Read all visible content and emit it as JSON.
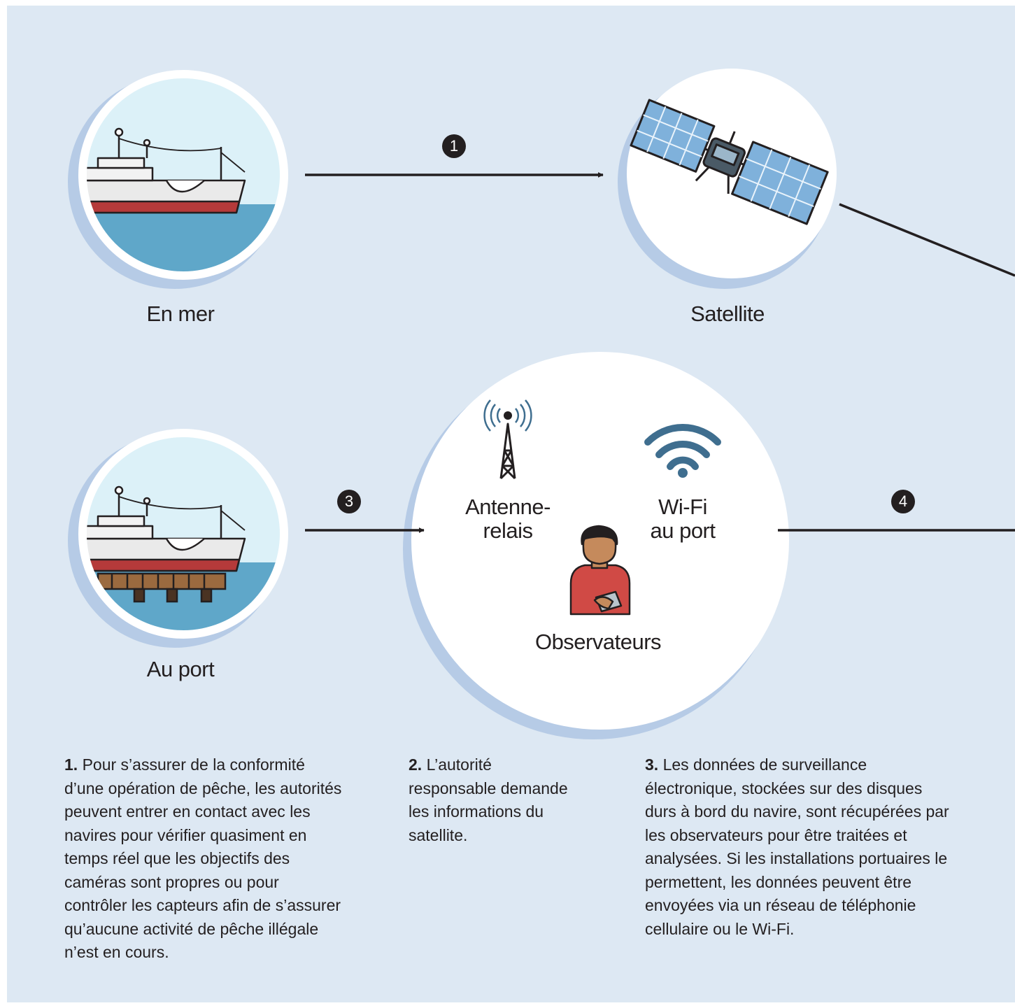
{
  "nodes": {
    "sea": {
      "label": "En mer"
    },
    "satellite": {
      "label": "Satellite"
    },
    "port": {
      "label": "Au port"
    },
    "antenna": {
      "label_line1": "Antenne-",
      "label_line2": "relais"
    },
    "wifi": {
      "label_line1": "Wi-Fi",
      "label_line2": "au port"
    },
    "observers": {
      "label": "Observateurs"
    }
  },
  "steps": {
    "s1": "1",
    "s3": "3",
    "s4": "4"
  },
  "captions": [
    {
      "number": "1.",
      "text": "Pour s’assurer de la conformité d’une opération de pêche, les autorités peuvent entrer en contact avec les navires pour vérifier quasiment en temps réel que les objectifs des caméras sont propres ou pour contrôler les capteurs afin de s’assurer qu’aucune activité de pêche illégale n’est en cours."
    },
    {
      "number": "2.",
      "text": "L’autorité responsable demande les informations du satellite."
    },
    {
      "number": "3.",
      "text": "Les données de surveillance électronique, stockées sur des disques durs à bord du navire, sont récupérées par les observateurs pour être traitées et analysées. Si les installations portuaires le permettent, les données peuvent être envoyées via un réseau de téléphonie cellulaire ou le Wi-Fi."
    }
  ],
  "icons": {
    "ship": "ship-icon",
    "satellite": "satellite-icon",
    "antenna": "antenna-icon",
    "wifi": "wifi-icon",
    "observer": "observer-icon",
    "dock": "dock-icon"
  },
  "colors": {
    "background": "#dde8f3",
    "circle": "#ffffff",
    "circle_shadow": "#b6cbe6",
    "sky": "#dcf1f8",
    "sea": "#5fa7c9",
    "ink": "#231f20",
    "wifi_blue": "#3f6e8f"
  }
}
